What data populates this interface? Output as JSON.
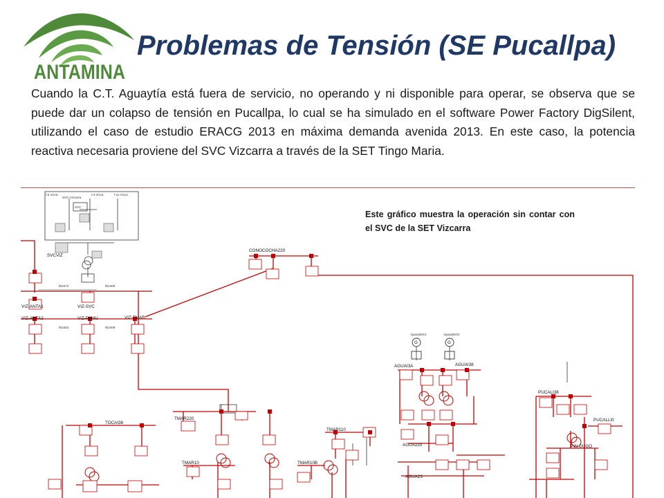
{
  "slide": {
    "logo_text": "ANTAMINA",
    "title": "Problemas de Tensión (SE Pucallpa)",
    "paragraph": "Cuando la C.T. Aguaytía está fuera de servicio, no operando y ni disponible para operar, se observa  que se puede dar un colapso de tensión en Pucallpa, lo cual se ha simulado en el software Power Factory DigSilent, utilizando el caso de estudio ERACG 2013 en máxima demanda avenida 2013.  En este caso, la potencia reactiva necesaria proviene del SVC Vizcarra a través de la SET Tingo Maria.",
    "caption": "Este gráfico muestra la operación sin contar con el SVC de la SET Vizcarra"
  },
  "diagram": {
    "labels": {
      "svcviz": "SVCVIZ",
      "svc_vizcarra": "SVC-Vizcarra",
      "svc": "SVC",
      "t5": "t-5 Vizca",
      "t3": "t-3 Vizca",
      "t11": "t-11 Vizca",
      "vizanta1": "VIZ-ANTA1",
      "vizanta2": "VIZ-ANTA2",
      "vizsvc": "VIZ-SVC",
      "vizpamu": "VIZ-PAMU",
      "viztmar": "VIZ-TMAR",
      "ln2474": "lN2474",
      "ln2400": "lN2400",
      "ln2402": "lN2402",
      "ln2409": "lN2409",
      "conococha": "CONOCOCHA220",
      "tmar220": "TMAR220",
      "tmar10": "TMAR10",
      "tmar10b": "TMAR10B",
      "tmar110": "TMAR110",
      "tocai38": "TOCAI38",
      "aguai3a": "AGUAI3A",
      "aguai38": "AGUAI38",
      "agua220": "AGUA220",
      "agua23": "AGUA23",
      "aguaytia1": "AguaytiaG1",
      "aguaytia2": "AguaytiaG2",
      "pucali38": "PUCALI38",
      "pucalli0": "PUCALLI0",
      "pindugo": "PIN DUGO"
    }
  }
}
